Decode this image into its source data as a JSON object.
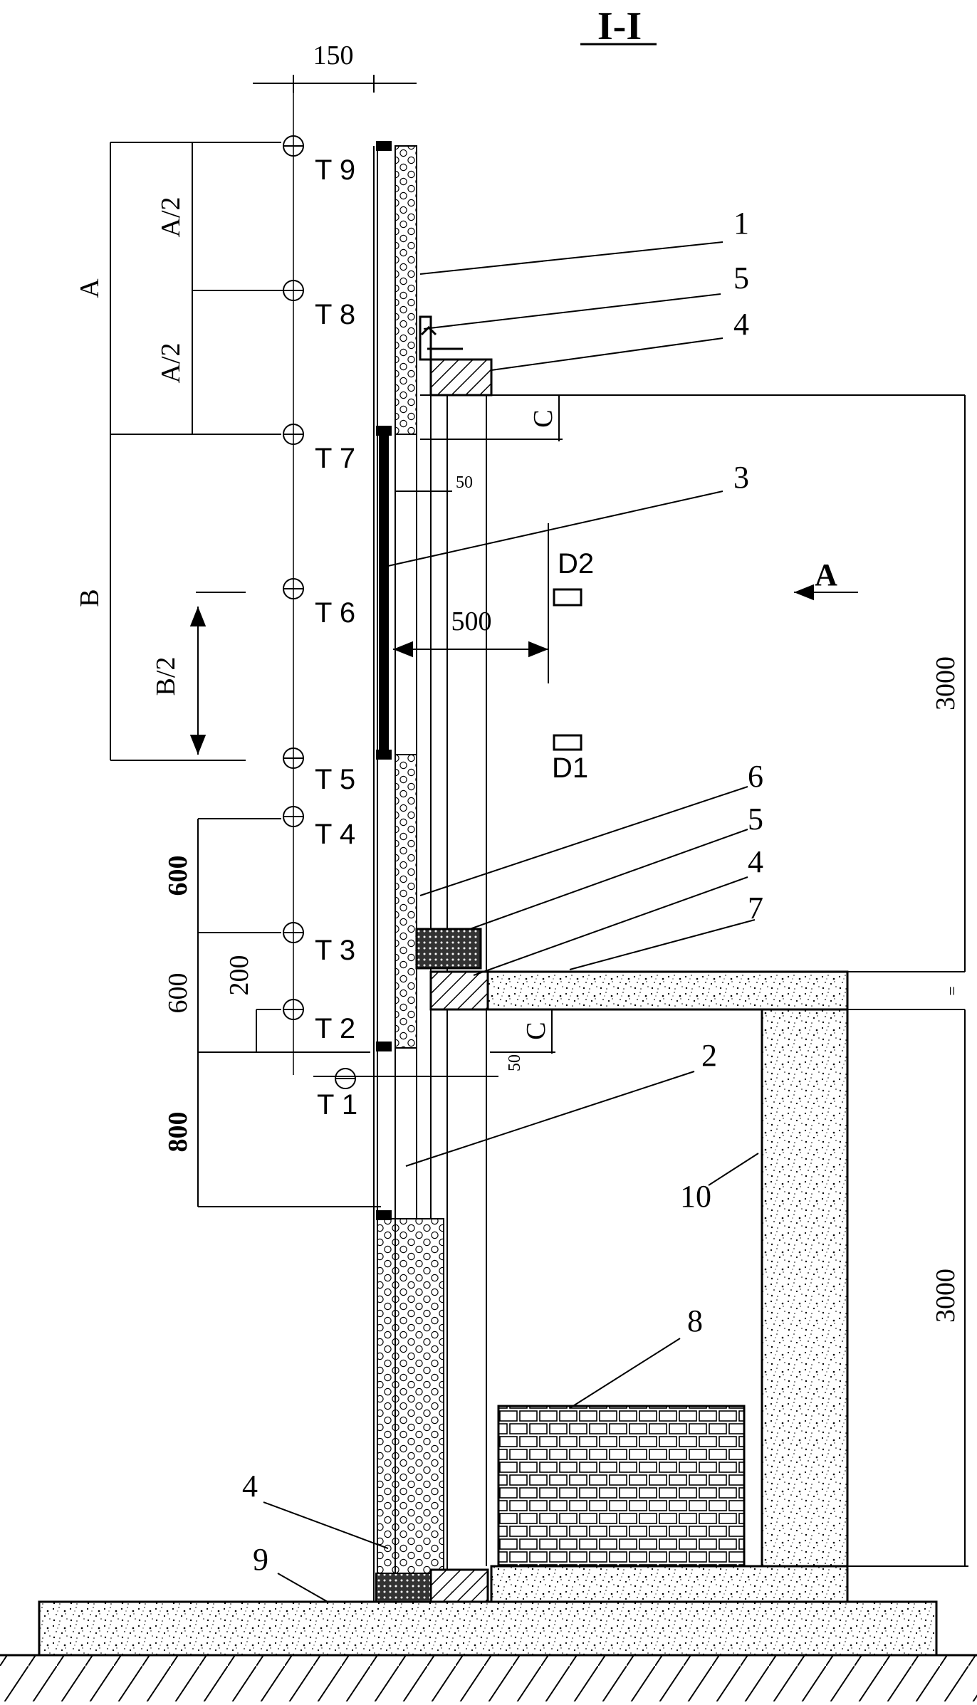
{
  "title": "I-I",
  "view_label": "A",
  "dims": {
    "top_width": "150",
    "a": "A",
    "a_half_upper": "A/2",
    "a_half_lower": "A/2",
    "b": "B",
    "b_half": "B/2",
    "d600_upper": "600",
    "d600_lower": "600",
    "d200": "200",
    "d800": "800",
    "d500": "500",
    "d50_upper": "50",
    "d50_lower": "50",
    "c_upper": "C",
    "c_lower": "C",
    "h3000_upper": "3000",
    "h3000_lower": "3000",
    "eq": "="
  },
  "points": [
    {
      "id": "t9",
      "label": "T 9"
    },
    {
      "id": "t8",
      "label": "T 8"
    },
    {
      "id": "t7",
      "label": "T 7"
    },
    {
      "id": "t6",
      "label": "T 6"
    },
    {
      "id": "t5",
      "label": "T 5"
    },
    {
      "id": "t4",
      "label": "T 4"
    },
    {
      "id": "t3",
      "label": "T 3"
    },
    {
      "id": "t2",
      "label": "T 2"
    },
    {
      "id": "t1",
      "label": "T 1"
    }
  ],
  "sensors": {
    "d1": "D1",
    "d2": "D2"
  },
  "callouts": [
    "1",
    "2",
    "3",
    "4",
    "5",
    "6",
    "7",
    "8",
    "9",
    "10"
  ]
}
